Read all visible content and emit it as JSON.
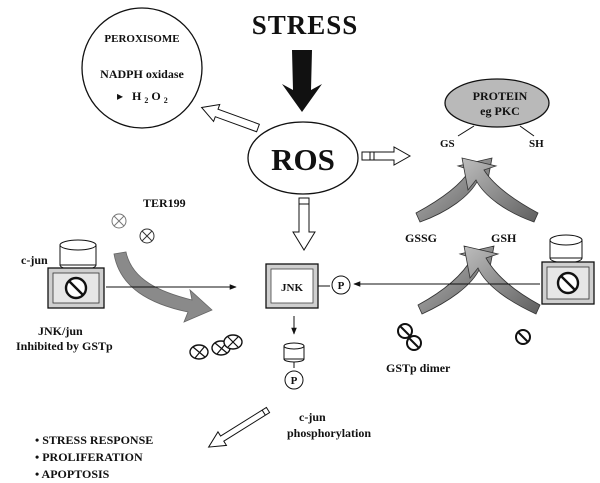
{
  "stress": "STRESS",
  "ros": "ROS",
  "peroxisome": {
    "title": "PEROXISOME",
    "line1": "NADPH oxidase",
    "arrow_glyph": "▸",
    "h2o2_h": "H",
    "h2o2_sub1": "2",
    "h2o2_o": "O",
    "h2o2_sub2": "2"
  },
  "protein": {
    "line1": "PROTEIN",
    "line2": "eg PKC",
    "gs": "GS",
    "sh": "SH"
  },
  "ter199": "TER199",
  "cjun_left": "c-jun",
  "jnk_jun_line1": "JNK/jun",
  "jnk_jun_line2": "Inhibited by GSTp",
  "jnk": "JNK",
  "p_label": "P",
  "gssg": "GSSG",
  "gsh": "GSH",
  "gstp_dimer": "GSTp dimer",
  "cjun_phos_line1": "c-jun",
  "cjun_phos_line2": "phosphorylation",
  "outcomes": [
    "• STRESS RESPONSE",
    "• PROLIFERATION",
    "• APOPTOSIS"
  ],
  "colors": {
    "ink": "#111111",
    "grey_arrow": "#8a8a8a",
    "dark_grey": "#666666",
    "protein_fill": "#b9b9b9",
    "box_fill": "#cfcfcf"
  }
}
